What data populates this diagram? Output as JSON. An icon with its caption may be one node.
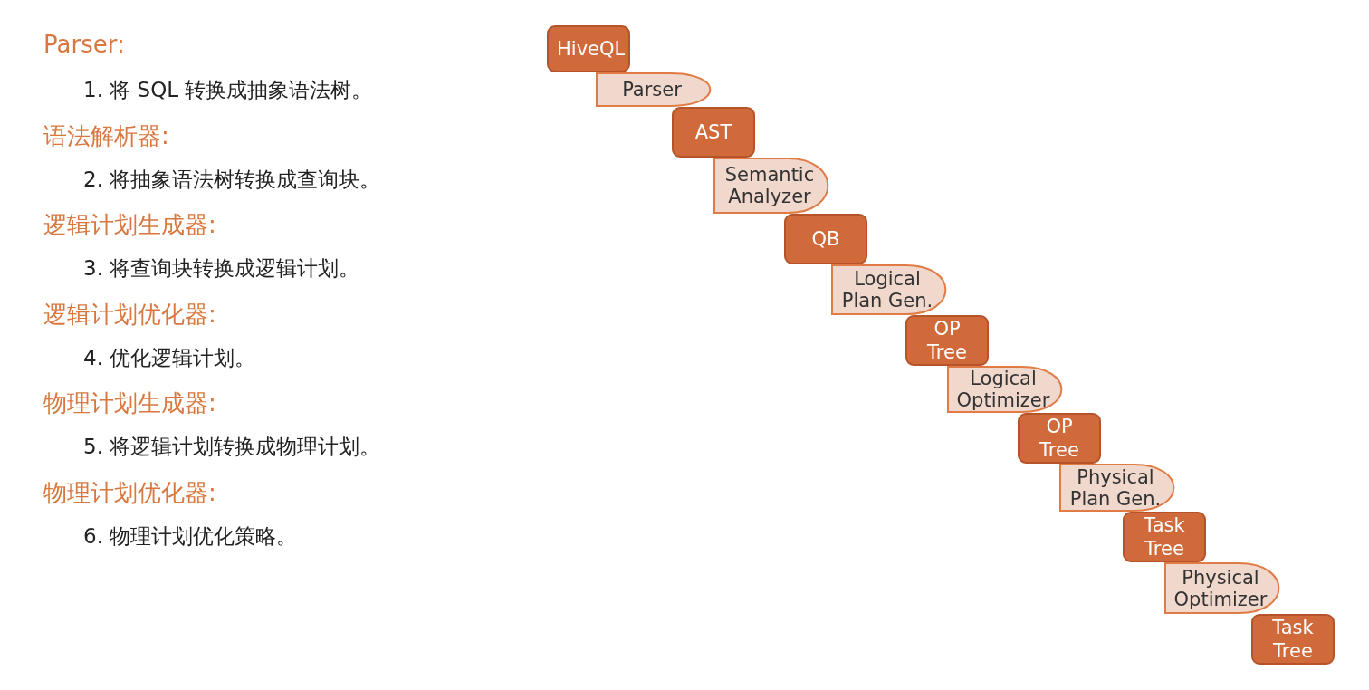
{
  "diagram": {
    "nodes": [
      {
        "text": [
          "HiveQL"
        ]
      },
      {
        "text": [
          "Parser"
        ]
      },
      {
        "text": [
          "AST"
        ]
      },
      {
        "text": [
          "Semantic Analyzer"
        ]
      },
      {
        "text": [
          "QB"
        ]
      },
      {
        "text": [
          "Logical Plan Gen."
        ]
      },
      {
        "text": [
          "OP Tree"
        ]
      },
      {
        "text": [
          "Logical Optimizer"
        ]
      },
      {
        "text": [
          "OP Tree"
        ]
      },
      {
        "text": [
          "Physical Plan Gen."
        ]
      },
      {
        "text": [
          "Task Tree"
        ]
      },
      {
        "text": [
          "Physical Optimizer"
        ]
      },
      {
        "text": [
          "Task Tree"
        ]
      }
    ],
    "labels": [
      "Parser:",
      "1. 将 SQL 转换成抽象语法树。",
      "语法解析器:",
      "2. 将抽象语法树转换成查询块。",
      "逻辑计划生成器:",
      "3. 将查询块转换成逻辑计划。",
      "逻辑计划优化器:",
      "4. 优化逻辑计划。",
      "物理计划生成器:",
      "5. 将逻辑计划转换成物理计划。",
      "物理计划优化器:",
      "6. 物理计划优化策略。"
    ]
  }
}
